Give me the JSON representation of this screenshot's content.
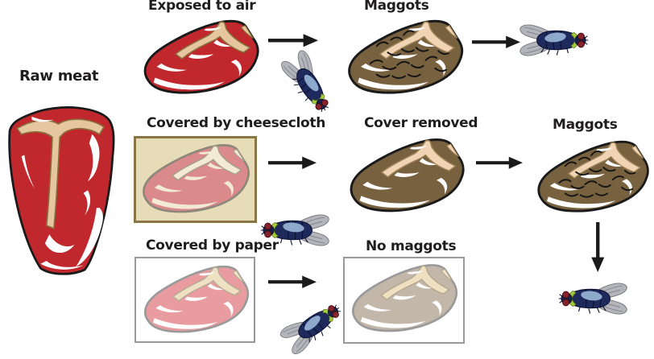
{
  "labels": {
    "raw_meat": "Raw meat",
    "exposed": "Exposed to air",
    "maggots_top": "Maggots",
    "cheesecloth": "Covered by cheesecloth",
    "cover_removed": "Cover removed",
    "maggots_right": "Maggots",
    "paper": "Covered by paper",
    "no_maggots": "No maggots"
  },
  "diagram": {
    "subject": "raw meat",
    "rows": [
      {
        "condition": "Exposed to air",
        "result": "Maggots",
        "fly_visits_meat": true
      },
      {
        "condition": "Covered by cheesecloth",
        "step": "Cover removed",
        "result": "Maggots",
        "fly_visits_meat": true
      },
      {
        "condition": "Covered by paper",
        "result": "No maggots",
        "fly_visits_meat": false
      }
    ]
  },
  "colors": {
    "text_dark": "#1f1d1e",
    "arrow_black": "#1a1a1a",
    "meat_red": "#c1282e",
    "meat_pink_cheesecloth": "#db8a8c",
    "meat_pink_paper": "#e89ca0",
    "meat_brown": "#77613f",
    "meat_spoiled_gray": "#c3b7aa",
    "bone_tan": "#e5c69e",
    "bone_pink": "#f0d4b4",
    "bone_cream": "#efe0c2",
    "fat_cream": "#f2ead4",
    "cheesecloth_bg": "#e6dcb8",
    "cheesecloth_border": "#8a7544",
    "paper_border": "#97999c",
    "fly_body": "#1f2a5c",
    "fly_thorax": "#8fa9cd",
    "fly_wing": "#b3b5bb",
    "fly_wing_edge": "#73757a",
    "fly_eye": "#87212b",
    "fly_collar": "#a5c93c",
    "maggot_black": "#151515"
  }
}
